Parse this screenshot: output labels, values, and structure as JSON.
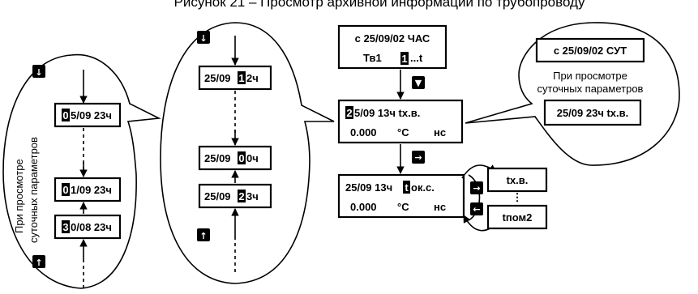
{
  "figure_title": "Рисунок 21 – Просмотр архивной информации по трубопроводу",
  "main_display": {
    "line1": "с 25/09/02 ЧАС",
    "line2_prefix": "Тв1",
    "line2_cursor": "1",
    "line2_suffix": "...t"
  },
  "display_2": {
    "line1_cursor": "2",
    "line1_rest": "5/09 13ч tх.в.",
    "line2_value": "0.000",
    "line2_unit": "°С",
    "line2_status": "нс"
  },
  "display_3": {
    "line1_prefix": "25/09 13ч",
    "line1_cursor": "t",
    "line1_rest": "ок.с.",
    "line2_value": "0.000",
    "line2_unit": "°С",
    "line2_status": "нс"
  },
  "right_bubble": {
    "display_top": "с 25/09/02 СУТ",
    "caption_line1": "При просмотре",
    "caption_line2": "суточных параметров",
    "display_bottom": "25/09 23ч tх.в."
  },
  "middle_bubble": {
    "display_top_prefix": "25/09",
    "display_top_cursor": "1",
    "display_top_rest": "2ч",
    "display_mid_prefix": "25/09",
    "display_mid_cursor": "0",
    "display_mid_rest": "0ч",
    "display_bottom_prefix": "25/09",
    "display_bottom_cursor": "2",
    "display_bottom_rest": "3ч"
  },
  "left_bubble": {
    "caption_line1": "При просмотре",
    "caption_line2": "суточных параметров",
    "display_top_cursor": "0",
    "display_top_rest": "5/09 23ч",
    "display_mid_cursor": "0",
    "display_mid_rest": "1/09 23ч",
    "display_bottom_cursor": "3",
    "display_bottom_rest": "0/08 23ч"
  },
  "param_list": {
    "first": "tх.в.",
    "ellipsis": "⋮",
    "last": "tпом2"
  },
  "icons": {
    "down": "↓",
    "up": "↑",
    "right": "→",
    "left": "←",
    "down_triangle": "▼"
  }
}
